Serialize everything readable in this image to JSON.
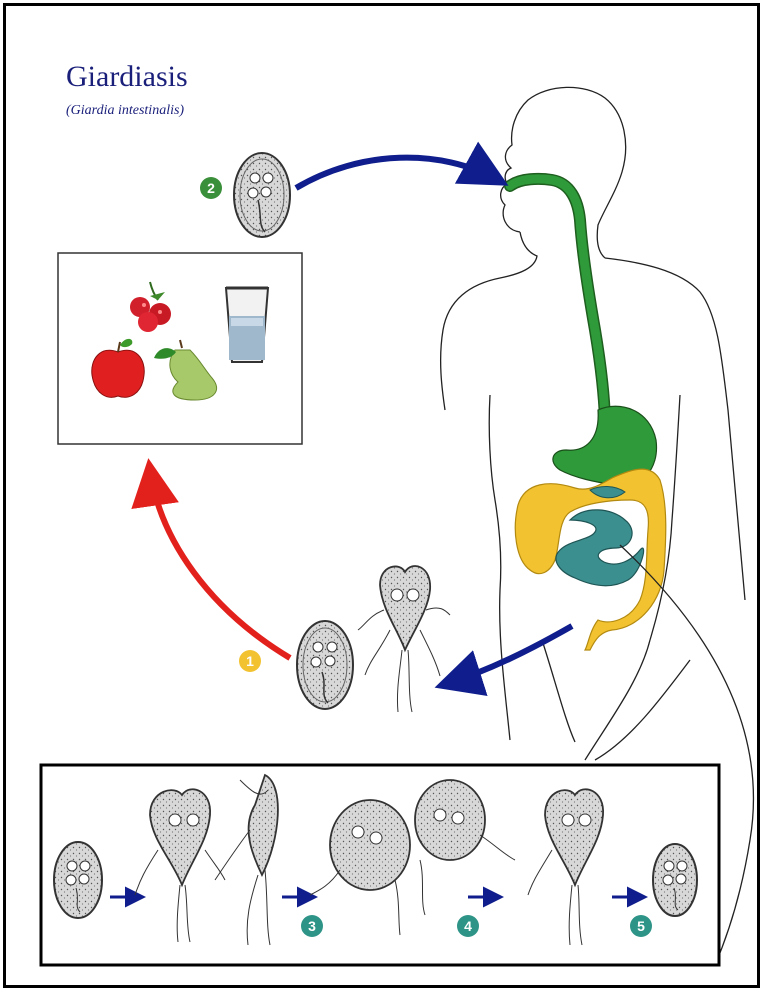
{
  "title": "Giardiasis",
  "subtitle": "(Giardia intestinalis)",
  "steps": [
    {
      "label": "1",
      "color": "#f2c230"
    },
    {
      "label": "2",
      "color": "#3a8f3a"
    },
    {
      "label": "3",
      "color": "#2e9487"
    },
    {
      "label": "4",
      "color": "#2e9487"
    },
    {
      "label": "5",
      "color": "#2e9487"
    }
  ],
  "colors": {
    "arrow_blue": "#0f1e8c",
    "arrow_red": "#e3211c",
    "digestive_green": "#2f9a3a",
    "colon_yellow": "#f2c230",
    "intestine_teal": "#3c8f8f"
  },
  "icons": [
    "raspberry-icon",
    "apple-icon",
    "pear-icon",
    "water-glass-icon",
    "cyst-icon",
    "trophozoite-icon"
  ]
}
